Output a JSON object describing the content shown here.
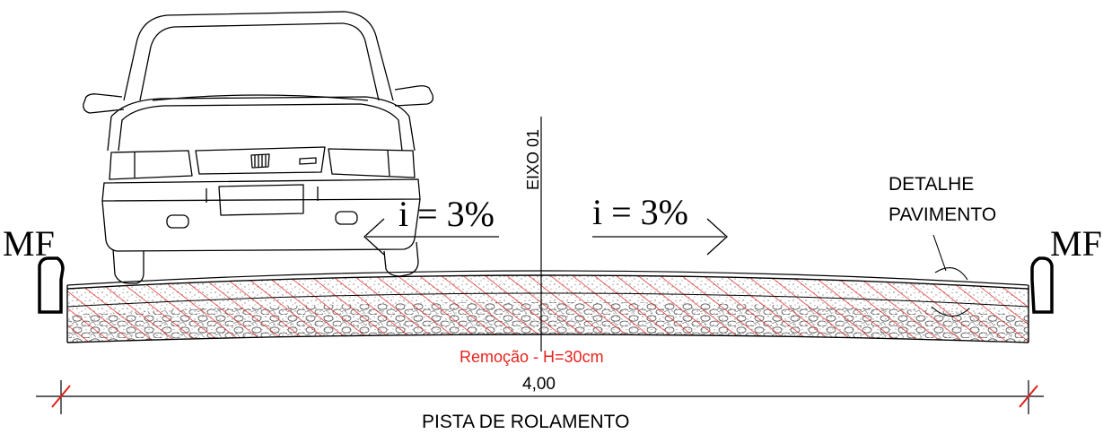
{
  "labels": {
    "axis": "EIXO 01",
    "slope_left": "i = 3%",
    "slope_right": "i = 3%",
    "marker_left": "MF",
    "marker_right": "MF",
    "detail_line1": "DETALHE",
    "detail_line2": "PAVIMENTO",
    "removal": "Remoção - H=30cm",
    "dimension": "4,00",
    "lane": "PISTA DE ROLAMENTO"
  },
  "colors": {
    "line": "#000000",
    "hatch": "#e0201c",
    "removal_text": "#e8231d",
    "aggregate": "#bdbdbd"
  },
  "icons": {
    "vehicle": "car-front-icon",
    "curb": "curb-icon",
    "dimension_tick": "dimension-tick-icon"
  }
}
